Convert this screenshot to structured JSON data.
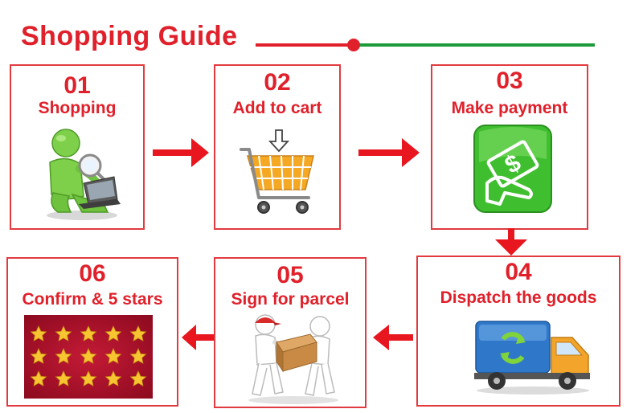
{
  "title": "Shopping Guide",
  "steps": [
    {
      "number": "01",
      "label": "Shopping",
      "icon": "person-laptop-magnifier-icon"
    },
    {
      "number": "02",
      "label": "Add to cart",
      "icon": "shopping-cart-icon"
    },
    {
      "number": "03",
      "label": "Make payment",
      "icon": "payment-dollar-icon"
    },
    {
      "number": "04",
      "label": "Dispatch the goods",
      "icon": "delivery-truck-icon"
    },
    {
      "number": "05",
      "label": "Sign for parcel",
      "icon": "delivery-people-icon"
    },
    {
      "number": "06",
      "label": "Confirm & 5 stars",
      "icon": "five-stars-grid-icon"
    }
  ],
  "colors": {
    "accent_red": "#e0202a",
    "accent_green": "#1e9a3a",
    "payment_green": "#3fbf2f",
    "cart_yellow": "#f4a823",
    "truck_blue": "#2f78c9",
    "truck_orange": "#f2a52a",
    "stars_bg": "#b8112b",
    "star_gold": "#f7c531"
  }
}
